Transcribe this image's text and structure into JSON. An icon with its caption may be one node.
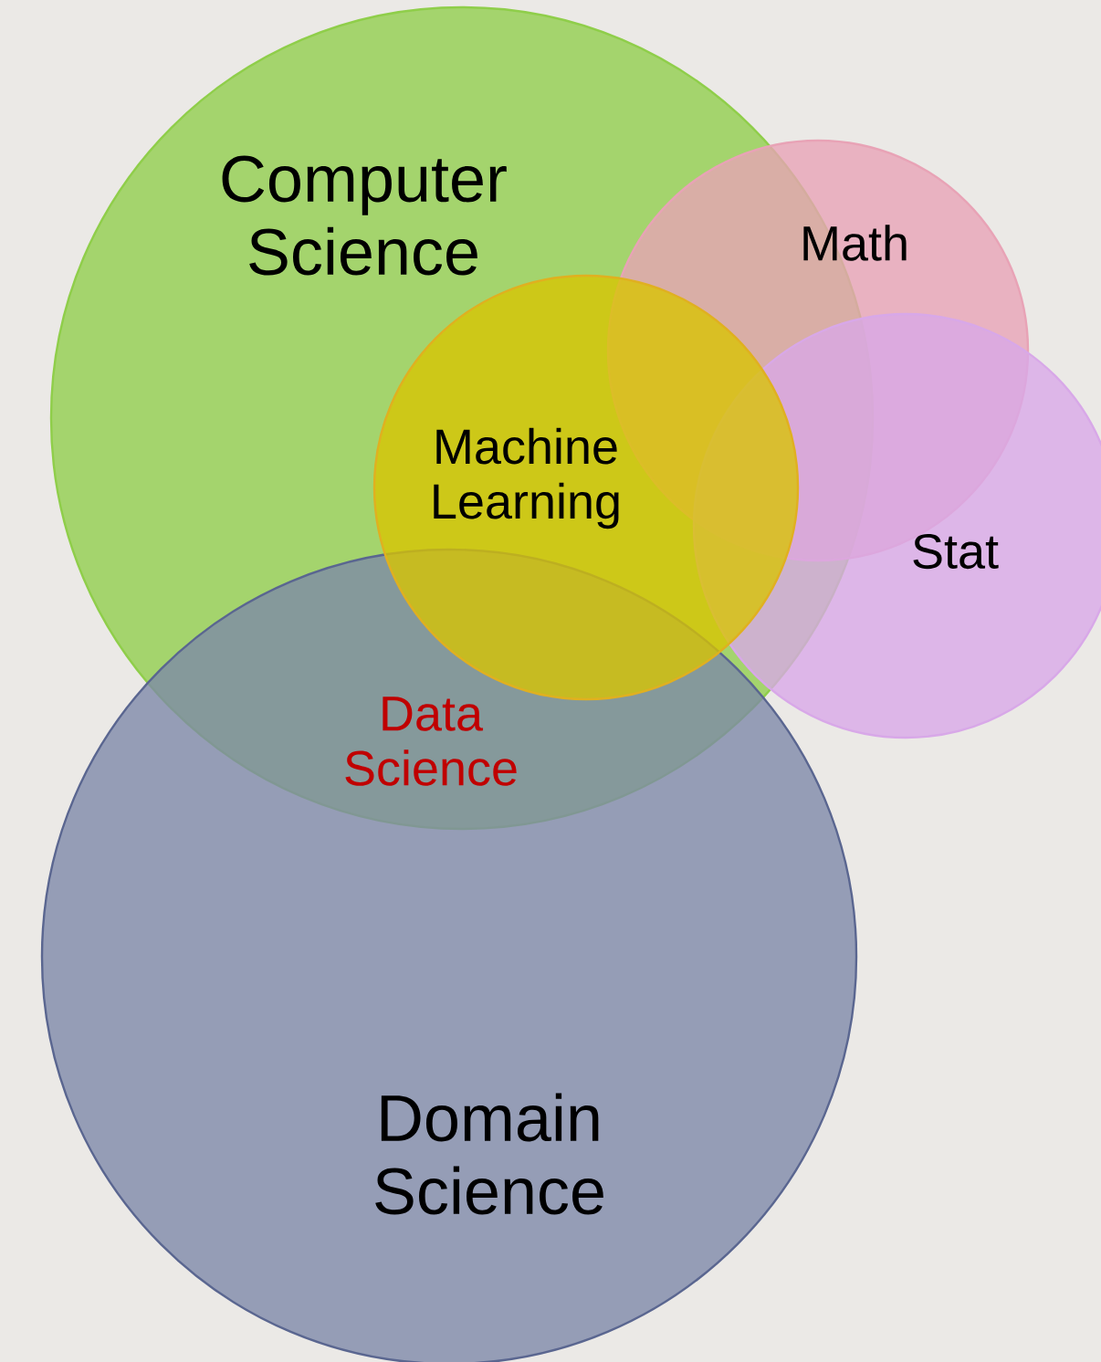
{
  "diagram": {
    "nodes": [
      {
        "text": [
          "Computer Science"
        ]
      },
      {
        "text": [
          "Domain Science"
        ]
      },
      {
        "text": [
          "Math"
        ]
      },
      {
        "text": [
          "Stat"
        ]
      },
      {
        "text": [
          "Machine Learning"
        ],
        "in": 0
      }
    ],
    "labels": [
      "Data Science"
    ]
  }
}
